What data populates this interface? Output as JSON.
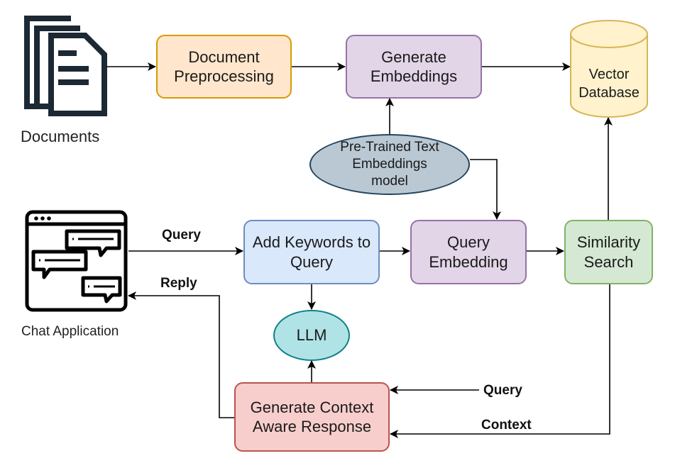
{
  "nodes": {
    "documents": "Documents",
    "preprocessing": "Document Preprocessing",
    "generate_embeddings": "Generate Embeddings",
    "vector_db": "Vector Database",
    "pretrained_model": "Pre-Trained Text Embeddings model",
    "chat_app": "Chat Application",
    "add_keywords": "Add Keywords to Query",
    "query_embedding": "Query Embedding",
    "similarity_search": "Similarity Search",
    "llm": "LLM",
    "generate_response": "Generate Context Aware Response"
  },
  "edge_labels": {
    "query_top": "Query",
    "reply": "Reply",
    "query_bottom": "Query",
    "context": "Context"
  },
  "colors": {
    "preprocessing_fill": "#ffe6cc",
    "preprocessing_stroke": "#d79b00",
    "embeddings_fill": "#e1d5e7",
    "embeddings_stroke": "#9673a6",
    "vector_fill": "#fff2cc",
    "vector_stroke": "#d6b656",
    "model_fill": "#bac8d3",
    "model_stroke": "#23445d",
    "keywords_fill": "#dae8fc",
    "keywords_stroke": "#6c8ebf",
    "similarity_fill": "#d5e8d4",
    "similarity_stroke": "#82b366",
    "llm_fill": "#b0e3e6",
    "llm_stroke": "#0e8088",
    "response_fill": "#f8cecc",
    "response_stroke": "#b85450",
    "icon_dark": "#1c2833"
  },
  "icons": [
    "documents-icon",
    "chat-window-icon"
  ]
}
